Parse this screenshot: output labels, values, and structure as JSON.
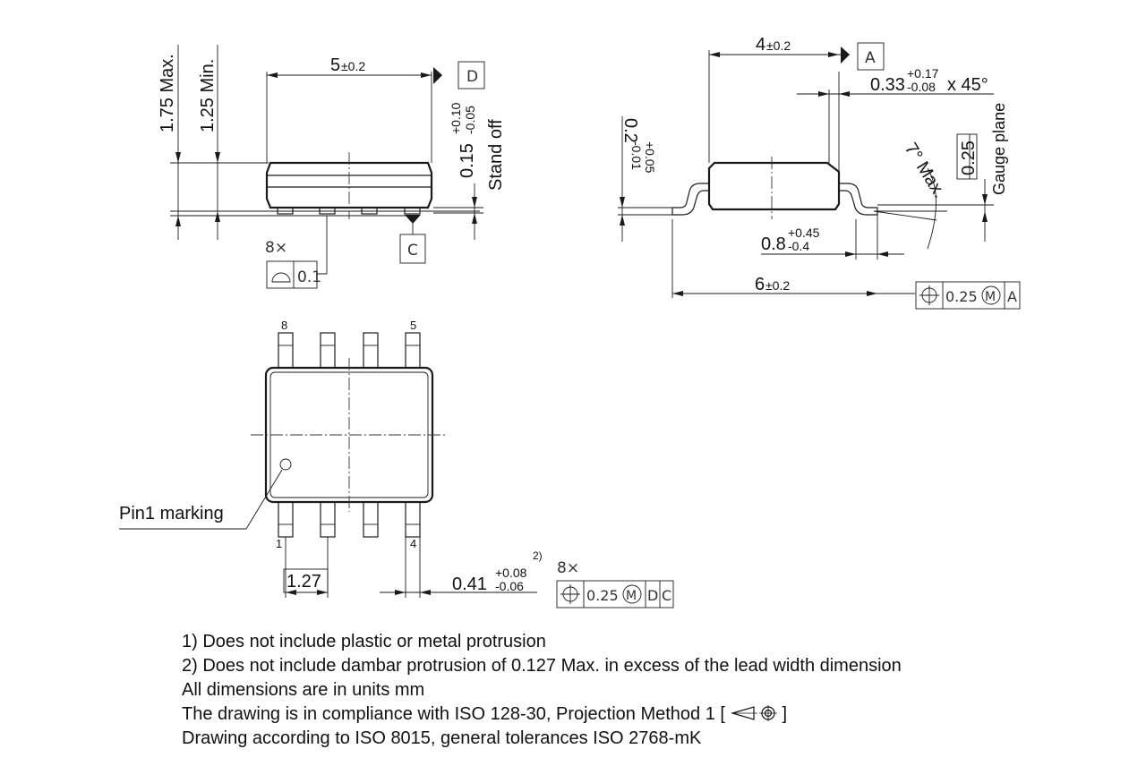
{
  "side_view": {
    "dim_length": "5",
    "dim_length_tol": "±0.2",
    "datum": "D",
    "height_max": "1.75 Max.",
    "height_min": "1.25 Min.",
    "standoff_value": "0.15",
    "standoff_tol_upper": "+0.10",
    "standoff_tol_lower": "-0.05",
    "standoff_label": "Stand off",
    "datum_c": "C",
    "coplanarity_count": "8×",
    "coplanarity_value": "0.1"
  },
  "end_view": {
    "dim_width": "4",
    "dim_width_tol": "±0.2",
    "datum": "A",
    "chamfer_value": "0.33",
    "chamfer_tol_upper": "+0.17",
    "chamfer_tol_lower": "-0.08",
    "chamfer_angle": "x 45°",
    "lead_thk_value": "0.2",
    "lead_thk_tol_upper": "+0.05",
    "lead_thk_tol_lower": "-0.01",
    "angle_label": "7° Max.",
    "gauge_value": "0.25",
    "gauge_label": "Gauge plane",
    "foot_value": "0.8",
    "foot_tol_upper": "+0.45",
    "foot_tol_lower": "-0.4",
    "overall_value": "6",
    "overall_tol": "±0.2",
    "position_tol": "0.25",
    "position_mod": "M",
    "position_datum": "A"
  },
  "top_view": {
    "pin_8": "8",
    "pin_5": "5",
    "pin_1": "1",
    "pin_4": "4",
    "pin1_label": "Pin1 marking",
    "pitch": "1.27",
    "lead_width_value": "0.41",
    "lead_width_tol_upper": "+0.08",
    "lead_width_tol_lower": "-0.06",
    "lead_width_note": "2)",
    "position_count": "8×",
    "position_tol": "0.25",
    "position_mod": "M",
    "position_datum_1": "D",
    "position_datum_2": "C"
  },
  "notes": [
    "1) Does not include plastic or metal protrusion",
    "2) Does not include dambar protrusion of 0.127 Max. in excess of the lead width dimension",
    "All dimensions are in units mm",
    "The drawing is in compliance with ISO 128-30, Projection Method 1 [",
    "]",
    "Drawing according to ISO 8015, general tolerances ISO 2768-mK"
  ]
}
